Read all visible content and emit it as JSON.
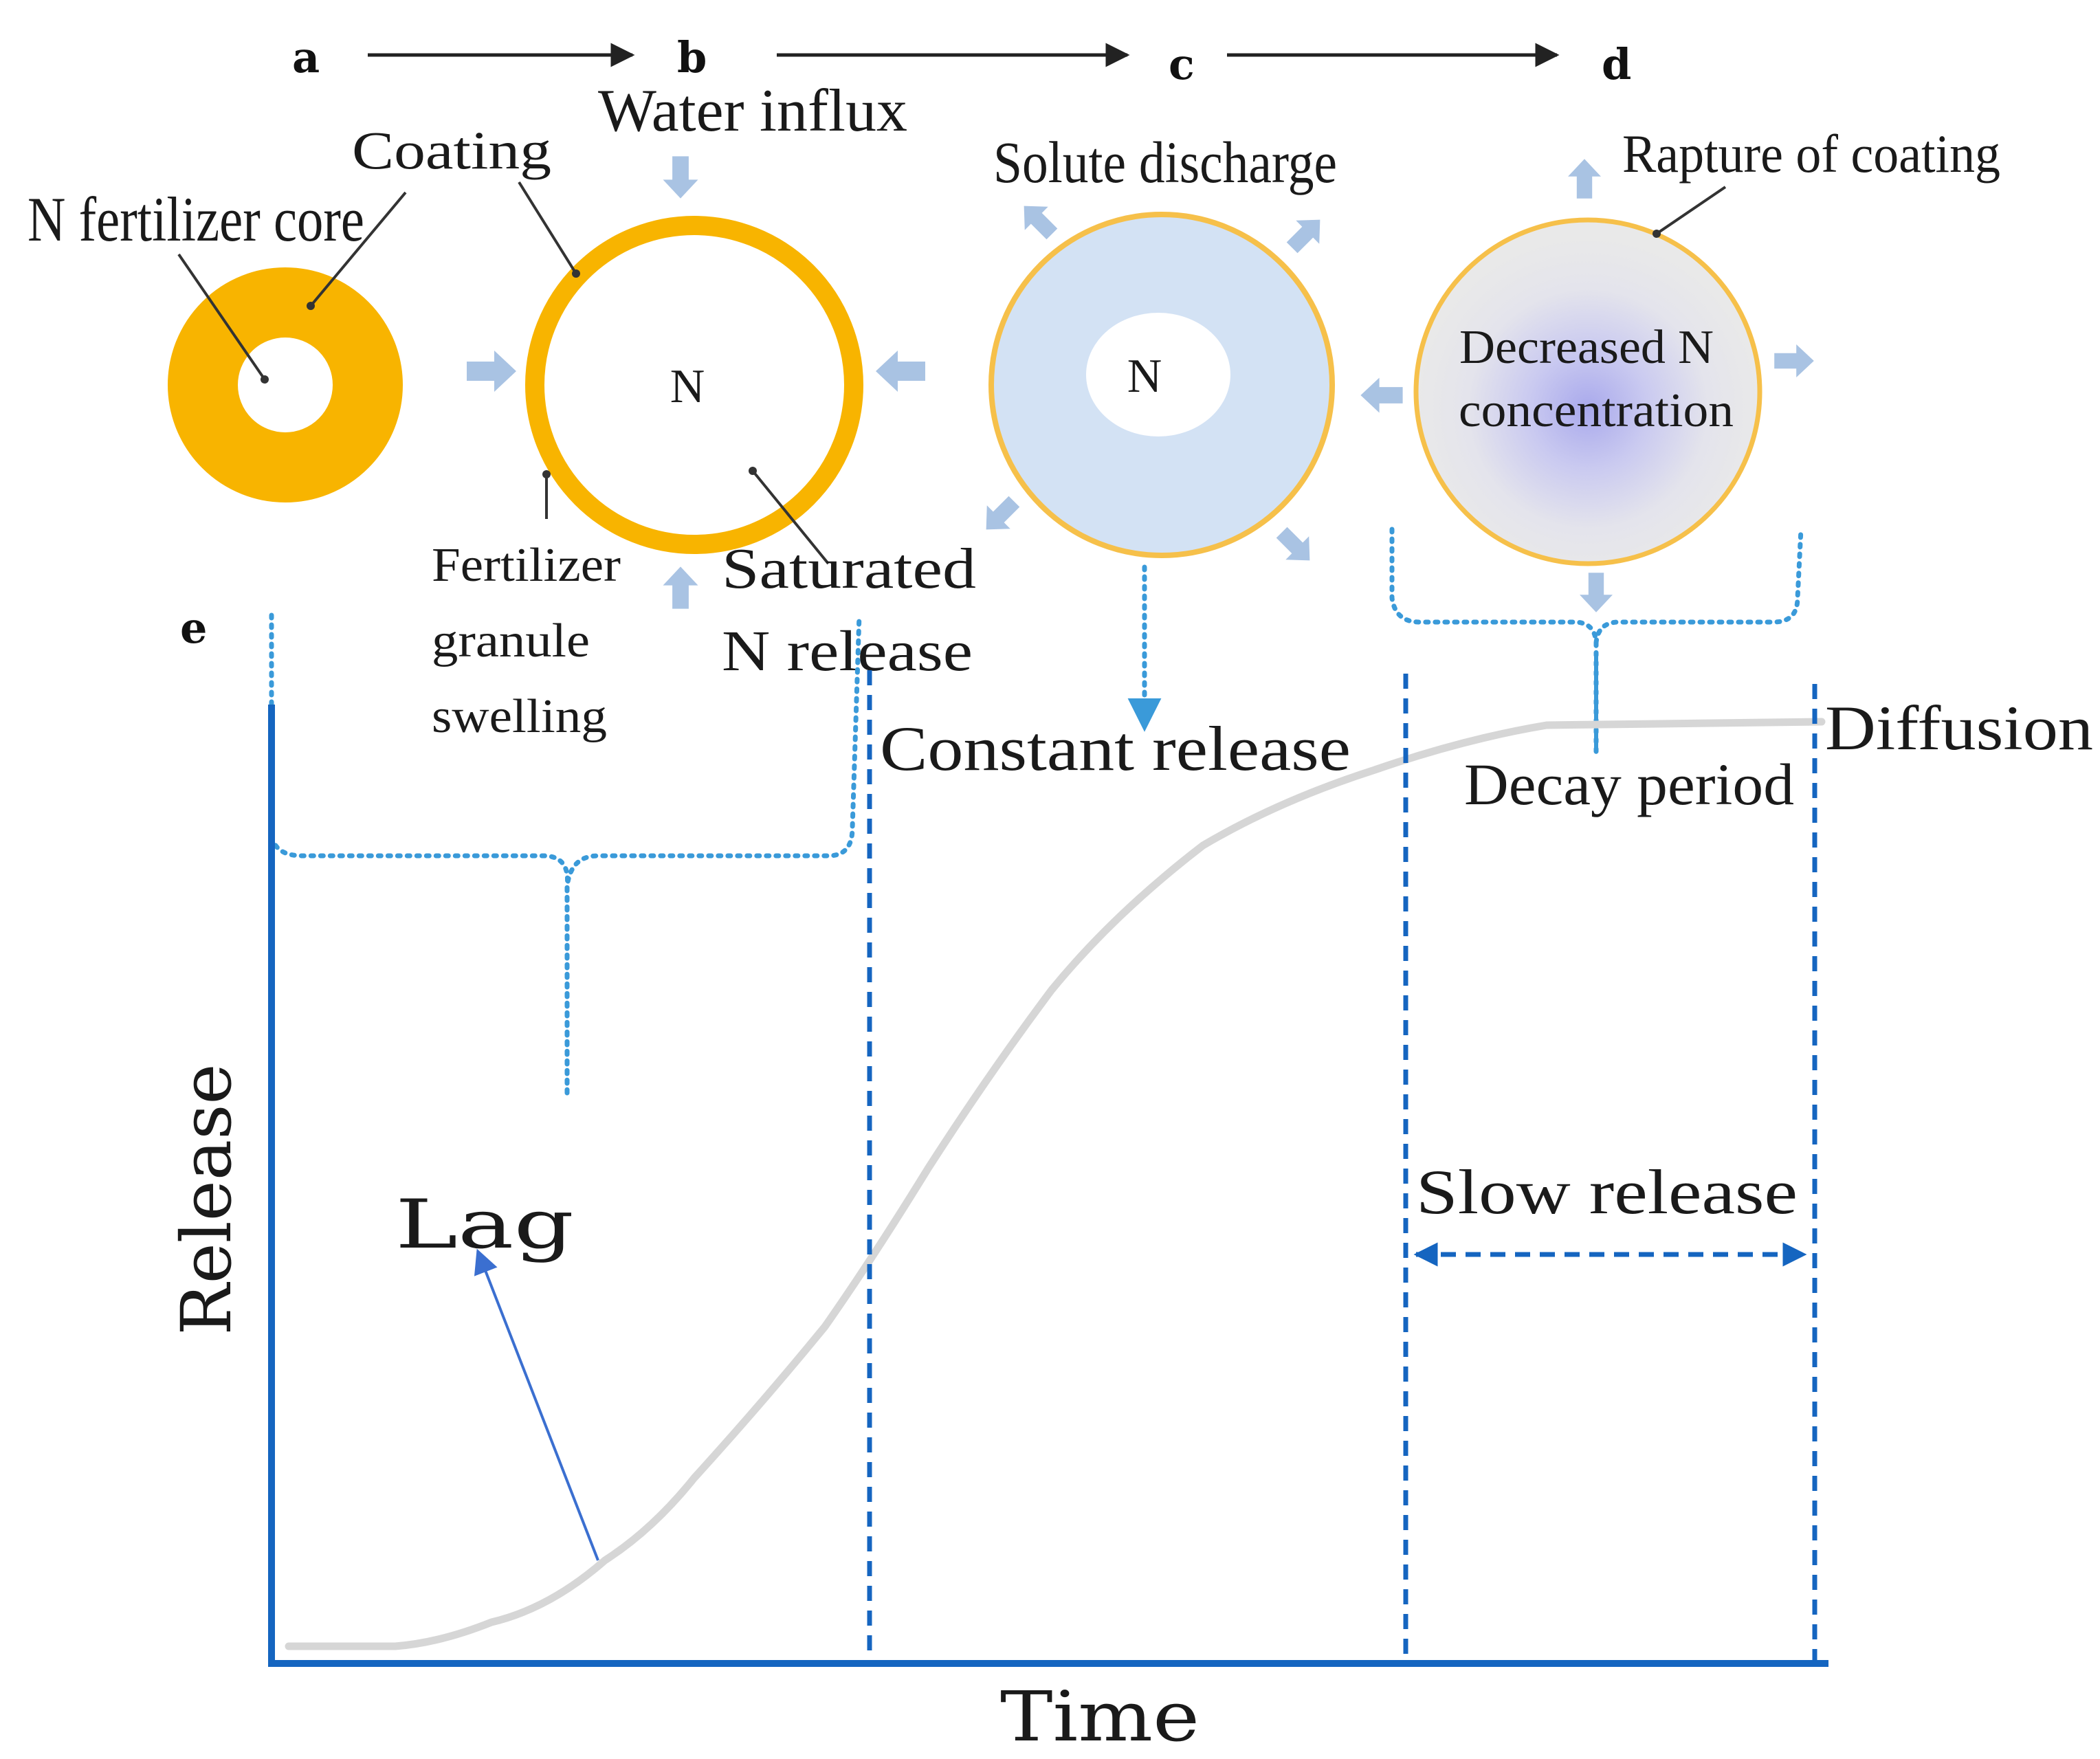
{
  "steps": {
    "a": "a",
    "b": "b",
    "c": "c",
    "d": "d",
    "e": "e"
  },
  "stage_a": {
    "core_label": "N fertilizer core",
    "coating_label": "Coating"
  },
  "stage_b": {
    "water_label": "Water influx",
    "center_label": "N",
    "swelling_lines": [
      "Fertilizer",
      "granule",
      "swelling"
    ],
    "saturated_lines": [
      "Saturated",
      "N release"
    ]
  },
  "stage_c": {
    "discharge_label": "Solute discharge",
    "center_label": "N"
  },
  "stage_d": {
    "rupture_label": "Rapture of coating",
    "concentration_lines": [
      "Decreased N",
      "concentration"
    ]
  },
  "phases": {
    "constant": "Constant release",
    "decay": "Decay period",
    "diffusion": "Diffusion",
    "slow": "Slow release",
    "lag": "Lag"
  },
  "axes": {
    "x": "Time",
    "y": "Release"
  },
  "colors": {
    "coating": "#F8B400",
    "solution": "#D3E2F4",
    "arrow_pale": "#A9C3E3",
    "axis": "#1565C0",
    "dotted": "#3A9AD9",
    "curve": "#D6D6D6",
    "decay_fill": "#E6E6E6",
    "decay_center": "#B7B7EE"
  }
}
